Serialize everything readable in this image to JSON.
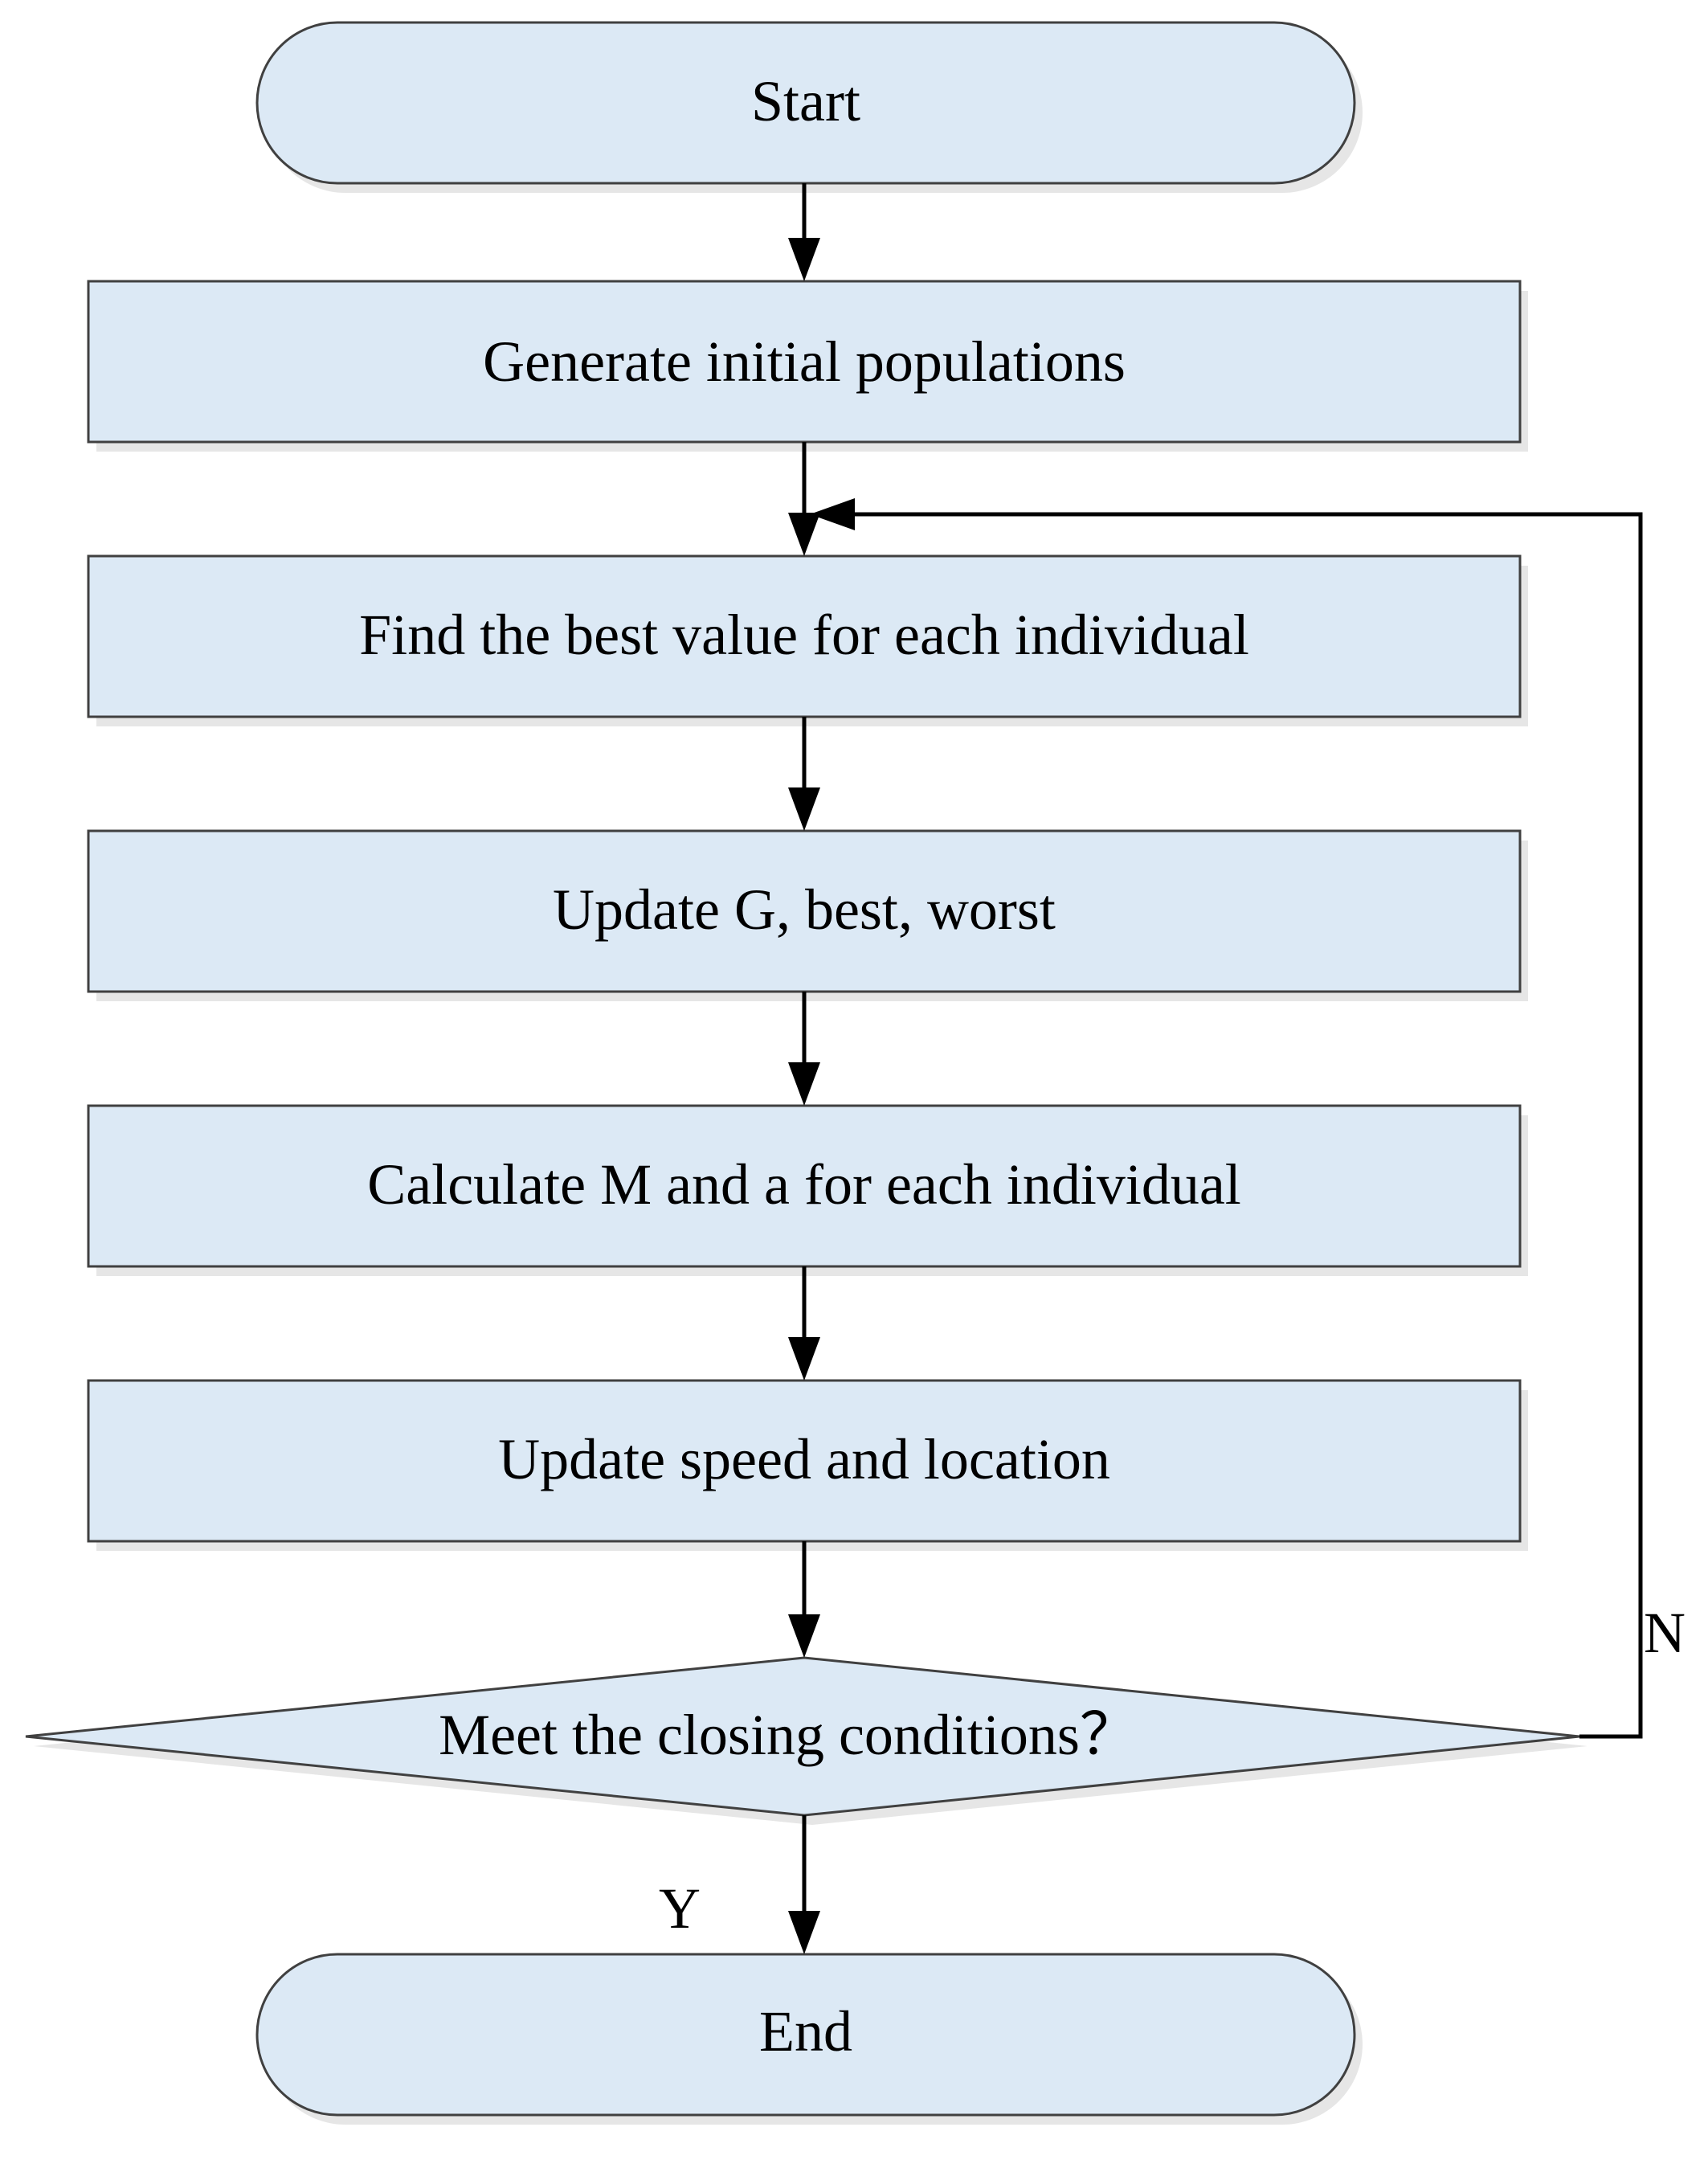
{
  "nodes": {
    "start": "Start",
    "generate": "Generate initial populations",
    "find_best": "Find the best value for each individual",
    "update_g": "Update G, best, worst",
    "calculate": "Calculate M and a for each individual",
    "update_speed": "Update speed and location",
    "decision": "Meet the closing conditions？",
    "end": "End"
  },
  "branches": {
    "no": "N",
    "yes": "Y"
  },
  "colors": {
    "node_fill": "#dce9f5",
    "node_stroke": "#404040",
    "connector": "#000000"
  }
}
